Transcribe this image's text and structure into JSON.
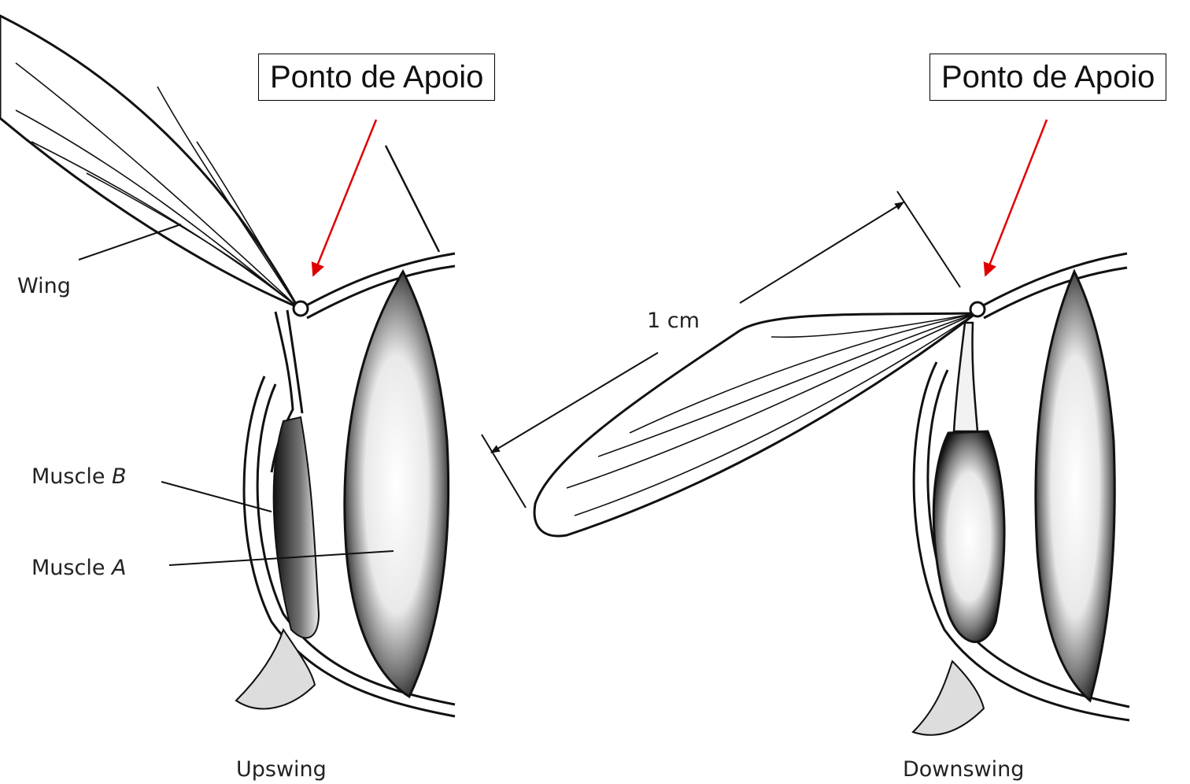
{
  "callouts": {
    "left": "Ponto de Apoio",
    "right": "Ponto de Apoio"
  },
  "labels": {
    "wing": "Wing",
    "muscle_b_word": "Muscle",
    "muscle_b_letter": "B",
    "muscle_a_word": "Muscle",
    "muscle_a_letter": "A",
    "scale": "1 cm",
    "upswing": "Upswing",
    "downswing": "Downswing"
  },
  "colors": {
    "arrow": "#e00000",
    "ink": "#111111"
  }
}
